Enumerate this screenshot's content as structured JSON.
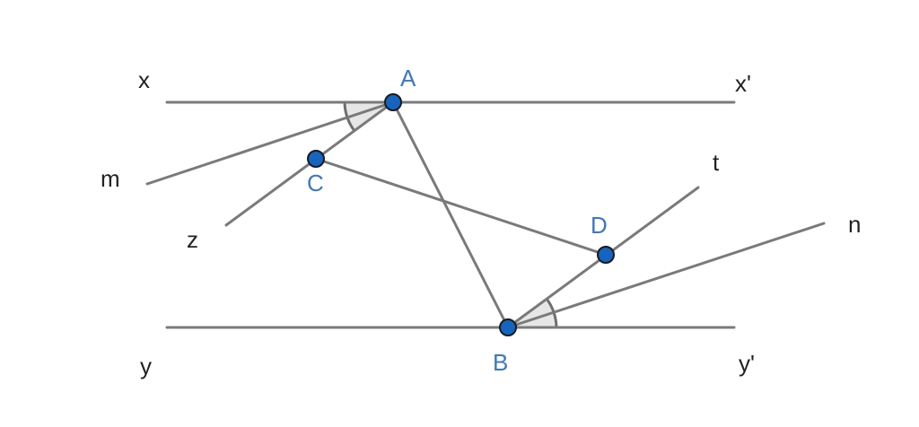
{
  "colors": {
    "line": "#7a7a7a",
    "point_fill": "#1565c0",
    "point_label": "#3a78c9",
    "line_label": "#222222",
    "angle_fill": "#e6e6e6"
  },
  "labels": {
    "x": "x",
    "x_prime": "x'",
    "y": "y",
    "y_prime": "y'",
    "m": "m",
    "z": "z",
    "t": "t",
    "n": "n"
  },
  "points": {
    "A": "A",
    "B": "B",
    "C": "C",
    "D": "D"
  }
}
